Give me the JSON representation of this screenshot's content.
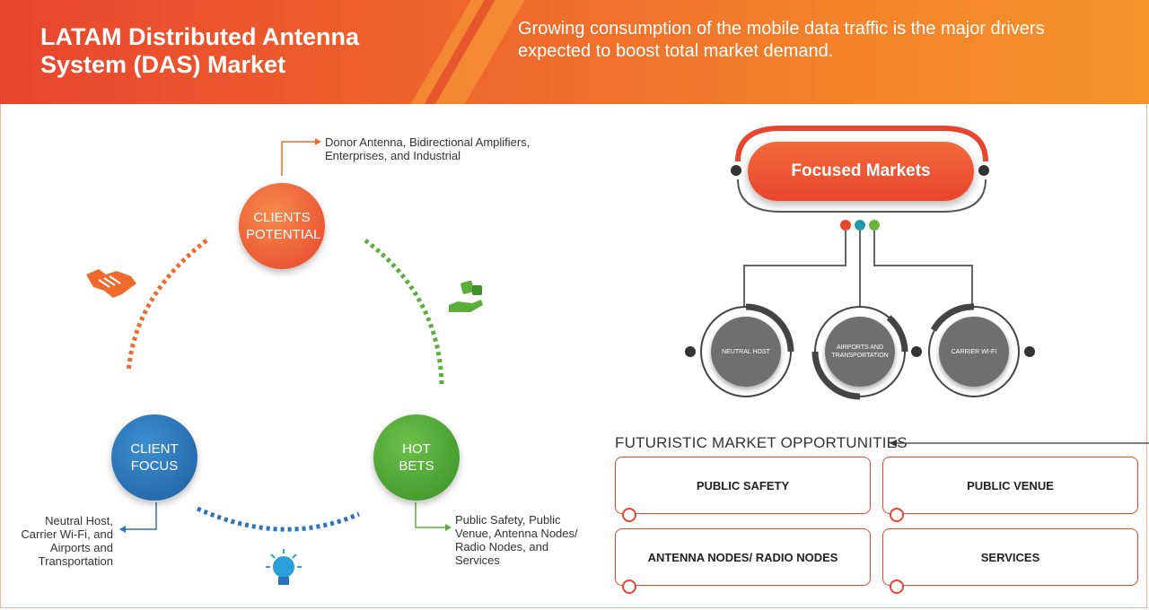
{
  "header": {
    "title": "LATAM Distributed Antenna System (DAS) Market",
    "subtitle": "Growing consumption of the mobile data traffic is the major drivers expected to boost total market demand."
  },
  "cycle": {
    "clients_potential": {
      "label": "CLIENTS POTENTIAL",
      "description": "Donor Antenna, Bidirectional Amplifiers, Enterprises, and Industrial",
      "color": "#ef5b2b"
    },
    "client_focus": {
      "label": "CLIENT FOCUS",
      "description": "Neutral Host, Carrier Wi-Fi, and Airports and Transportation",
      "color": "#2a74b8"
    },
    "hot_bets": {
      "label": "HOT BETS",
      "description": "Public Safety, Public Venue, Antenna Nodes/ Radio Nodes, and Services",
      "color": "#4aa336"
    },
    "icons": [
      "handshake-icon",
      "dice-hand-icon",
      "lightbulb-icon"
    ]
  },
  "focused_markets": {
    "title": "Focused Markets",
    "items": [
      "NEUTRAL HOST",
      "AIRPORTS AND TRANSPORTATION",
      "CARRIER WI-FI"
    ],
    "dot_colors": [
      "#e8452e",
      "#1f9aa6",
      "#6cb33f"
    ]
  },
  "opportunities": {
    "title": "FUTURISTIC MARKET OPPORTUNITIES",
    "items": [
      "PUBLIC SAFETY",
      "PUBLIC VENUE",
      "ANTENNA NODES/ RADIO NODES",
      "SERVICES"
    ]
  }
}
